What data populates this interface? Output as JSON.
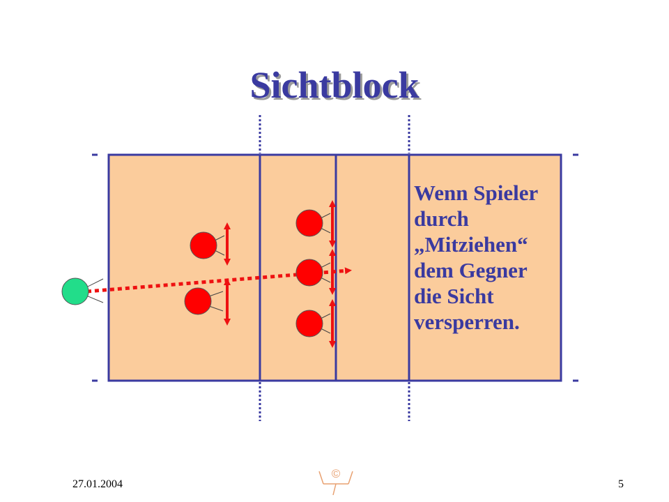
{
  "slide": {
    "title": "Sichtblock",
    "caption_lines": [
      "Wenn Spieler",
      "durch",
      "„Mitziehen“",
      "dem Gegner",
      "die Sicht",
      "versperren."
    ],
    "date": "27.01.2004",
    "page_number": "5",
    "logo": {
      "icon": "vc-logo-icon",
      "text": "©"
    }
  },
  "colors": {
    "court_fill": "#fbcc9c",
    "court_line": "#3a3aa0",
    "player_red": "#ff0000",
    "server_green": "#22dd8a",
    "arrow_red": "#ee1111",
    "title": "#3a3aa0"
  }
}
